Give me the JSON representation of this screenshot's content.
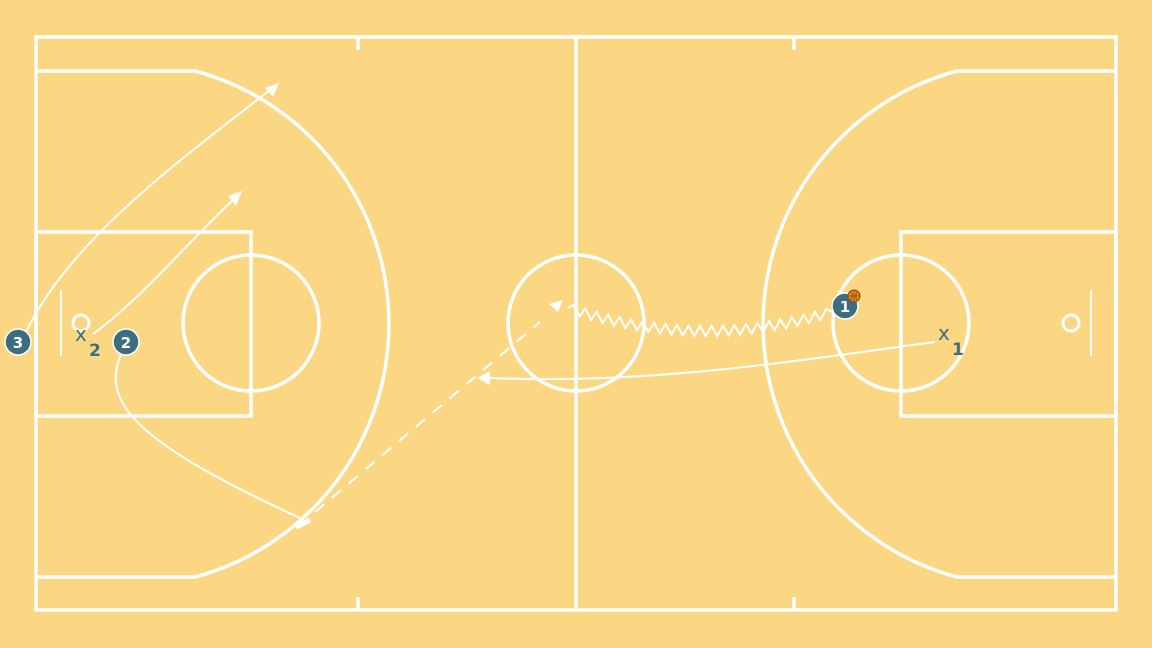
{
  "colors": {
    "court": "#fbd783",
    "lines": "#ffffff",
    "player": "#3d6e80",
    "defender": "#3d6e80",
    "ball": "#e8891f"
  },
  "players": [
    {
      "id": "1",
      "label": "1",
      "has_ball": true
    },
    {
      "id": "2",
      "label": "2",
      "has_ball": false
    },
    {
      "id": "3",
      "label": "3",
      "has_ball": false
    }
  ],
  "defenders": [
    {
      "id": "x1",
      "mark": "x",
      "sub": "1"
    },
    {
      "id": "x2",
      "mark": "x",
      "sub": "2"
    }
  ],
  "icons": {
    "ball": "basketball-icon",
    "hoop": "hoop-icon"
  }
}
